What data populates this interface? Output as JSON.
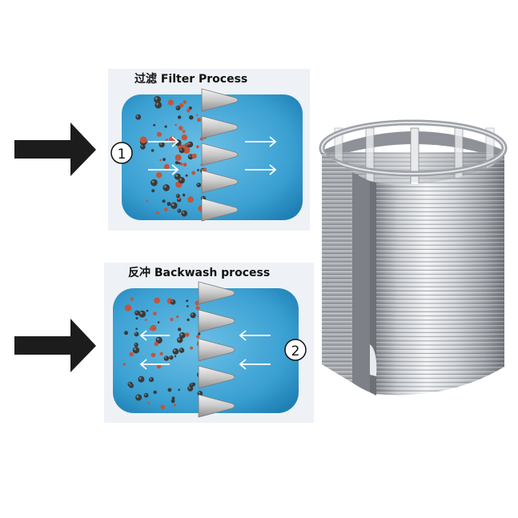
{
  "panels": {
    "filter": {
      "title": "过滤 Filter Process",
      "step": "1"
    },
    "backwash": {
      "title": "反冲 Backwash process",
      "step": "2"
    }
  },
  "colors": {
    "water": "#2f93c5",
    "water_light": "#6cc0e6",
    "particle_dark": "#3a3a3a",
    "particle_red": "#c2553a",
    "arrow_black": "#1c1c1c",
    "steel": "#b9bcc1"
  },
  "icons": [
    "flow-arrow-icon",
    "wedge-wire-icon",
    "particle-icon",
    "cylinder-screen-icon"
  ]
}
